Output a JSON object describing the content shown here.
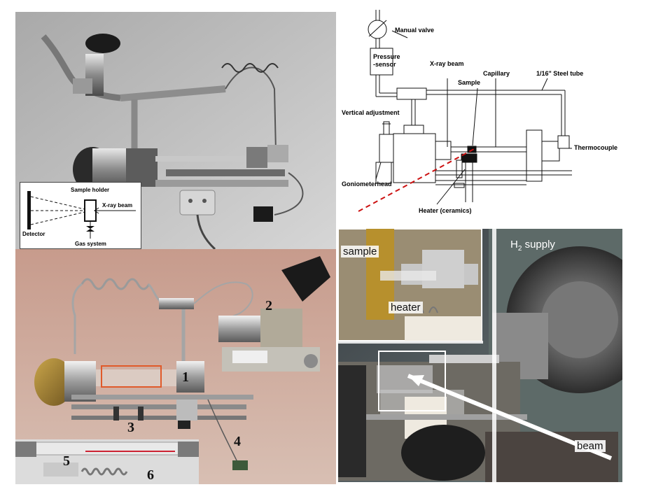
{
  "schematic": {
    "manual_valve": "Manual valve",
    "pressure_sensor_line1": "Pressure",
    "pressure_sensor_line2": "-sensor",
    "xray_beam": "X-ray beam",
    "sample": "Sample",
    "capillary": "Capillary",
    "steel_tube": "1/16\" Steel tube",
    "vertical_adjustment": "Vertical adjustment",
    "thermocouple": "Thermocouple",
    "goniometerhead": "Goniometerhead",
    "heater": "Heater (ceramics)",
    "colors": {
      "beam_line": "#cc1111",
      "ink": "#111111"
    }
  },
  "top_left_photo": {
    "inset": {
      "sample_holder": "Sample holder",
      "xray_beam": "X-ray beam",
      "detector": "Detector",
      "gas_system": "Gas system"
    }
  },
  "bottom_left_photo": {
    "labels": [
      "1",
      "2",
      "3",
      "4",
      "5",
      "6"
    ],
    "highlight_color": "#e05a2a"
  },
  "bottom_right_photo": {
    "sample": "sample",
    "h2_supply_prefix": "H",
    "h2_supply_sub": "2",
    "h2_supply_suffix": " supply",
    "heater": "heater",
    "beam": "beam"
  }
}
